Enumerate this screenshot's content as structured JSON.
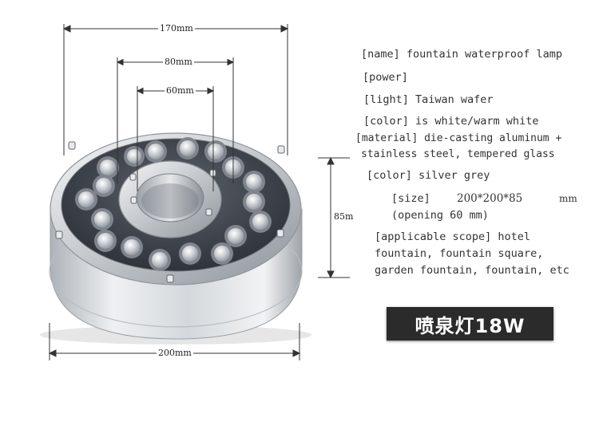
{
  "dimensions": {
    "outer_top": "170mm",
    "middle": "80mm",
    "inner": "60mm",
    "height": "85m",
    "base": "200mm"
  },
  "specs": {
    "name": "[name] fountain waterproof lamp",
    "power": "[power]",
    "light": "[light] Taiwan wafer",
    "color": "[color] is white/warm white",
    "material_line1": "[material] die-casting aluminum +",
    "material_line2": "stainless steel, tempered glass",
    "color2": "[color] silver grey",
    "size_label": "[size]",
    "size_value": "200*200*85",
    "size_unit": "mm",
    "opening": "(opening 60 mm)",
    "scope_line1": "[applicable scope] hotel",
    "scope_line2": "fountain, fountain square,",
    "scope_line3": "garden fountain, fountain, etc"
  },
  "badge": {
    "label": "喷泉灯18W"
  },
  "colors": {
    "badge_bg": "#2b2b2b",
    "metal": "#c9cdd2",
    "lens_ring": "#7f848d"
  }
}
